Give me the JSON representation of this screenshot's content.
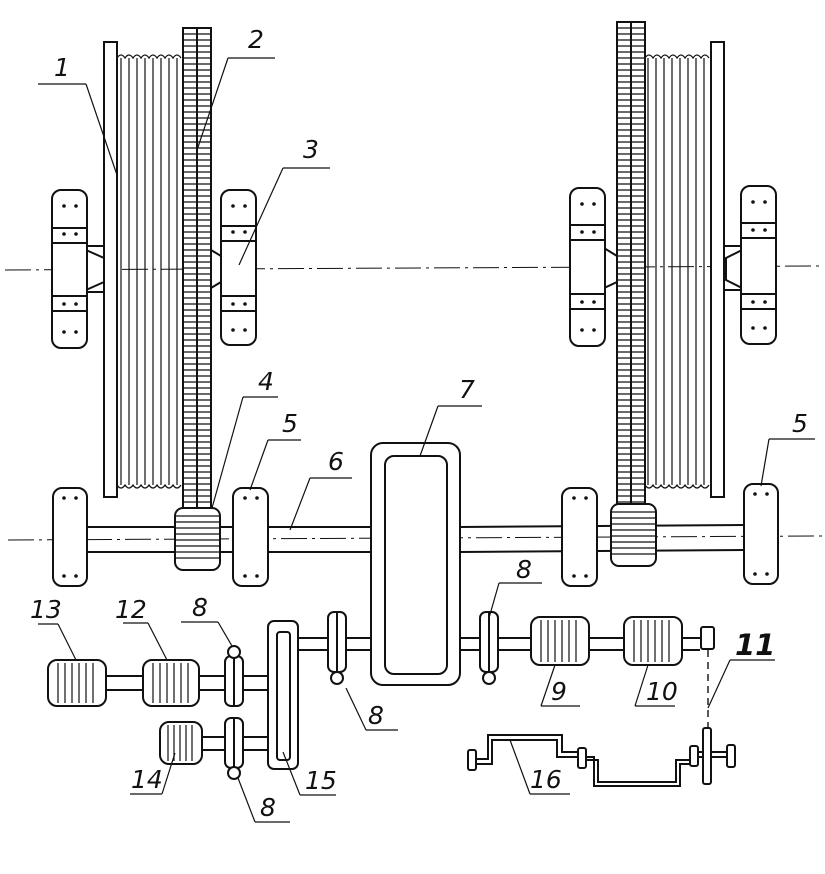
{
  "labels": {
    "l1": "1",
    "l2": "2",
    "l3": "3",
    "l4": "4",
    "l5a": "5",
    "l5b": "5",
    "l6": "6",
    "l7": "7",
    "l8a": "8",
    "l8b": "8",
    "l8c": "8",
    "l8d": "8",
    "l9": "9",
    "l10": "10",
    "l11": "11",
    "l12": "12",
    "l13": "13",
    "l14": "14",
    "l15": "15",
    "l16": "16"
  }
}
